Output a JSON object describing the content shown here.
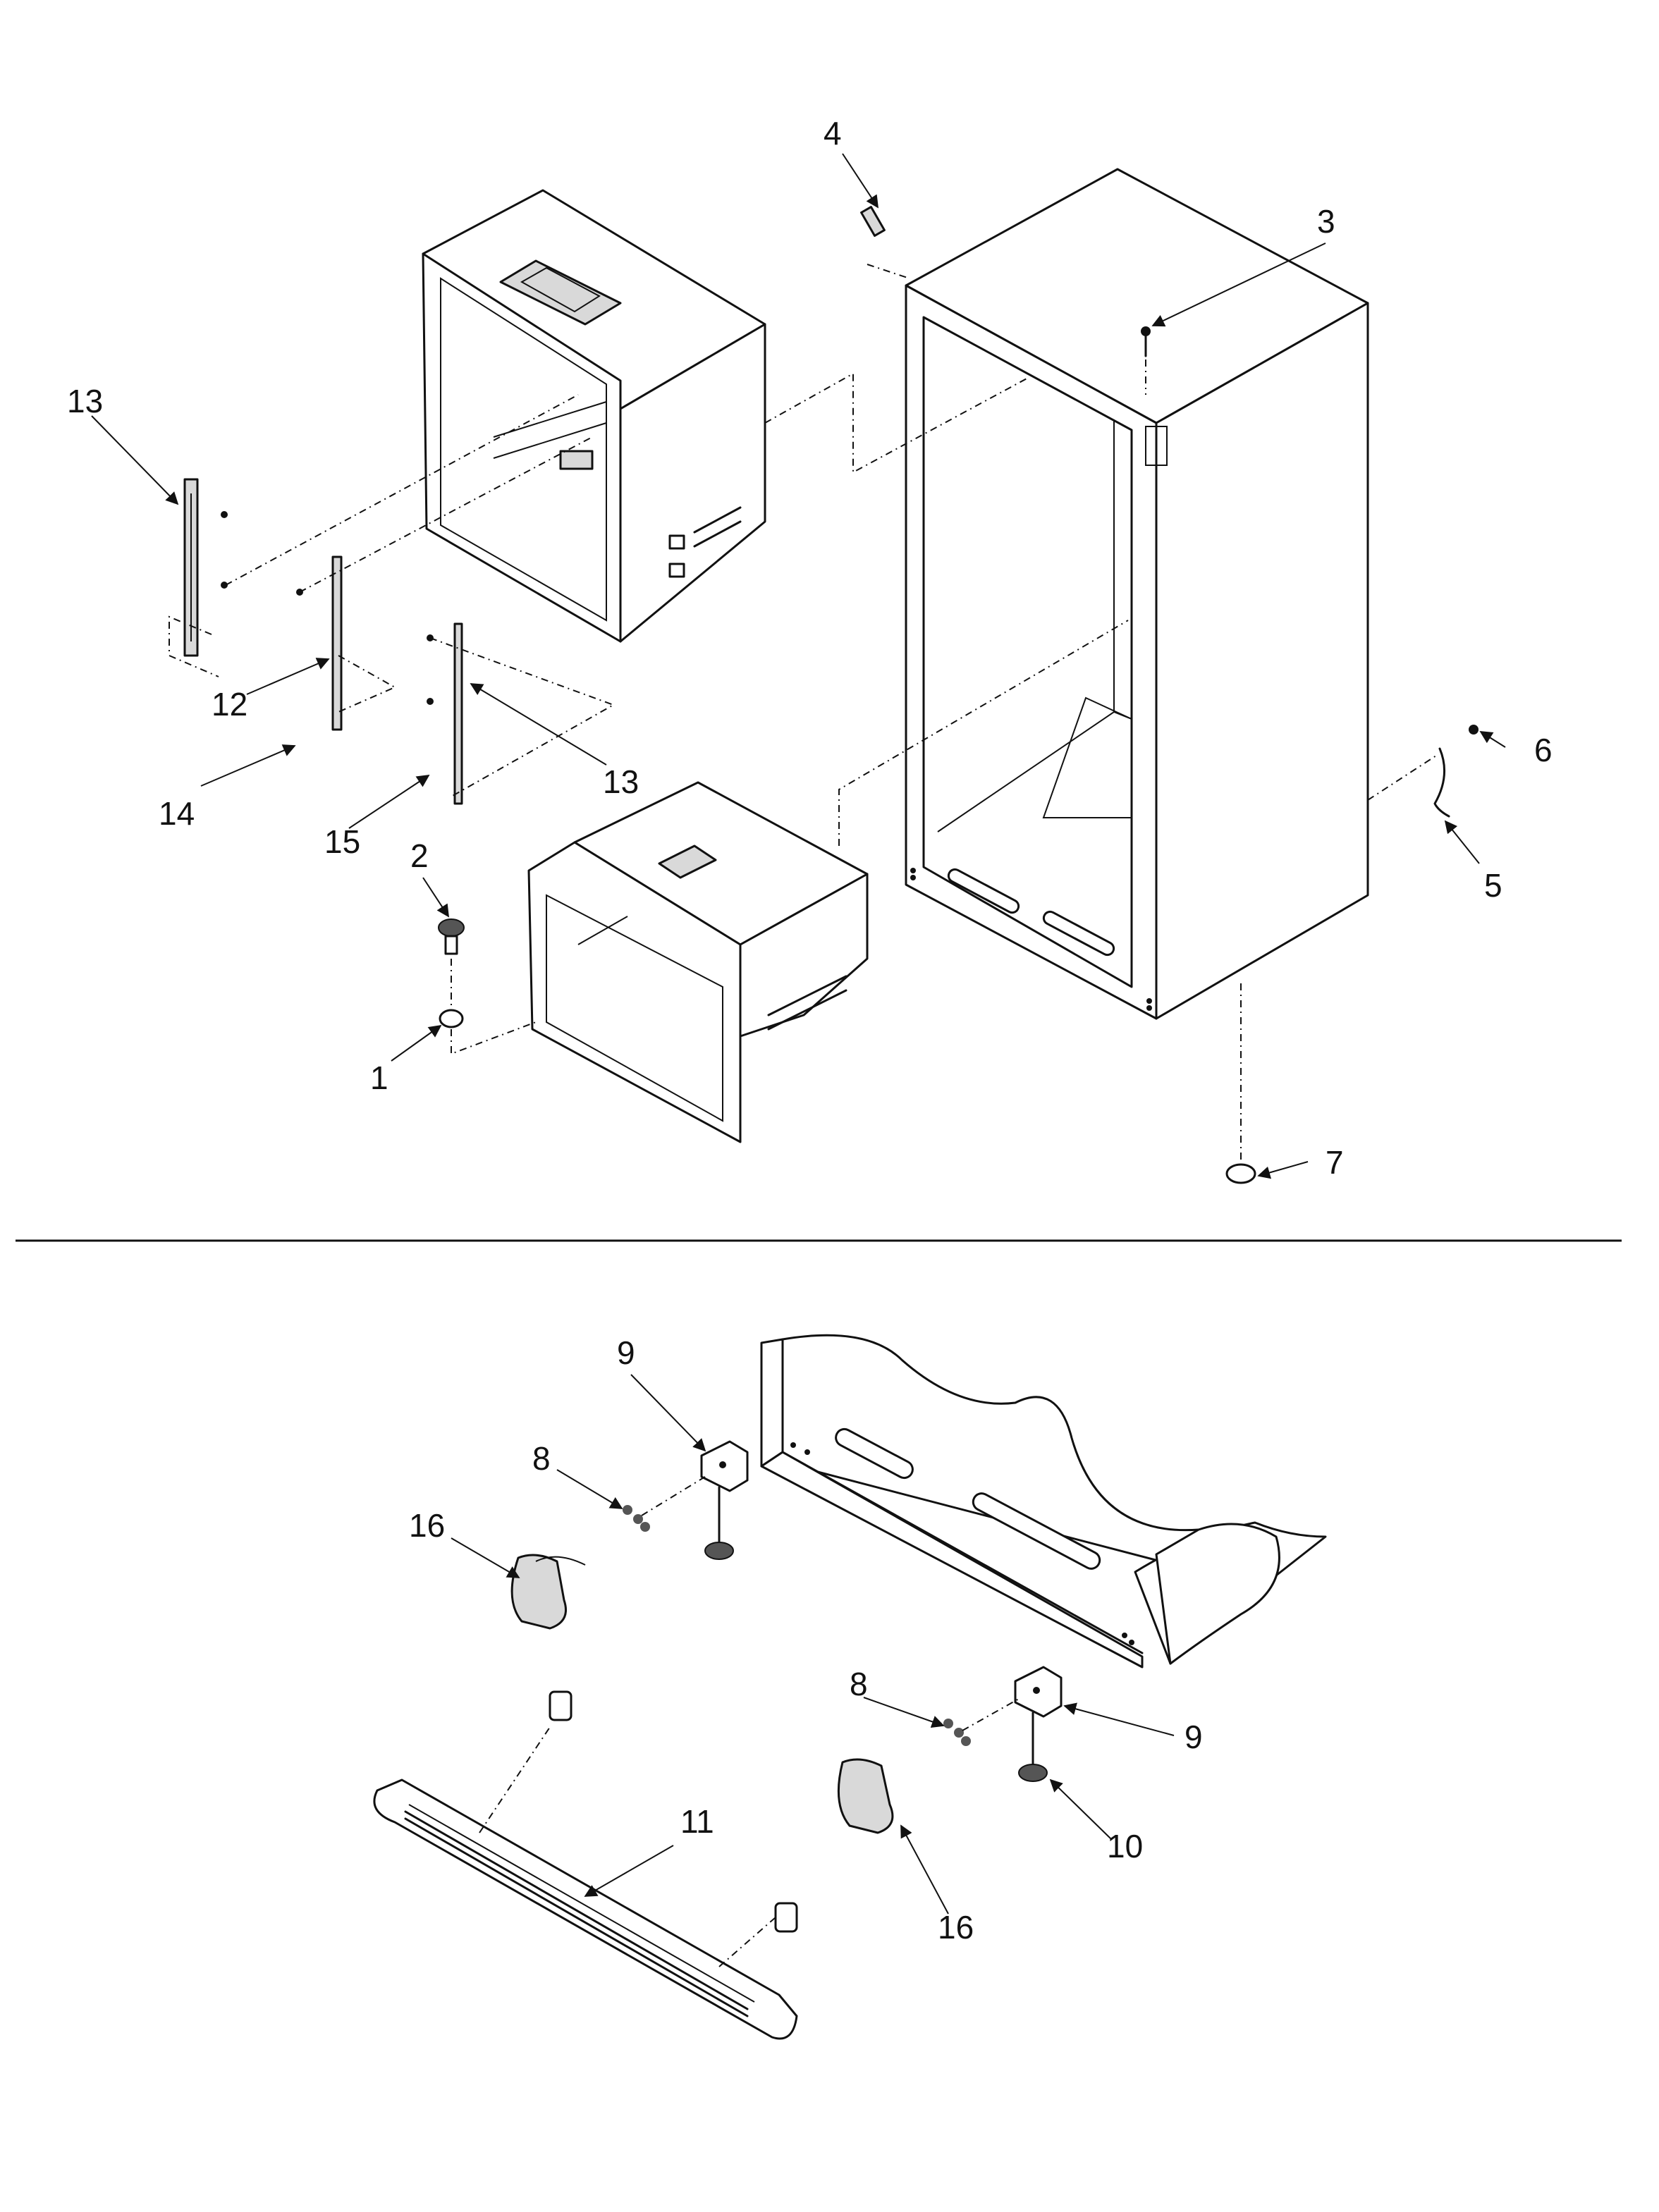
{
  "callouts": {
    "c1": "1",
    "c2": "2",
    "c3": "3",
    "c4": "4",
    "c5": "5",
    "c6": "6",
    "c7": "7",
    "c8a": "8",
    "c8b": "8",
    "c9a": "9",
    "c9b": "9",
    "c10": "10",
    "c11": "11",
    "c12": "12",
    "c13a": "13",
    "c13b": "13",
    "c14": "14",
    "c15": "15",
    "c16a": "16",
    "c16b": "16"
  }
}
